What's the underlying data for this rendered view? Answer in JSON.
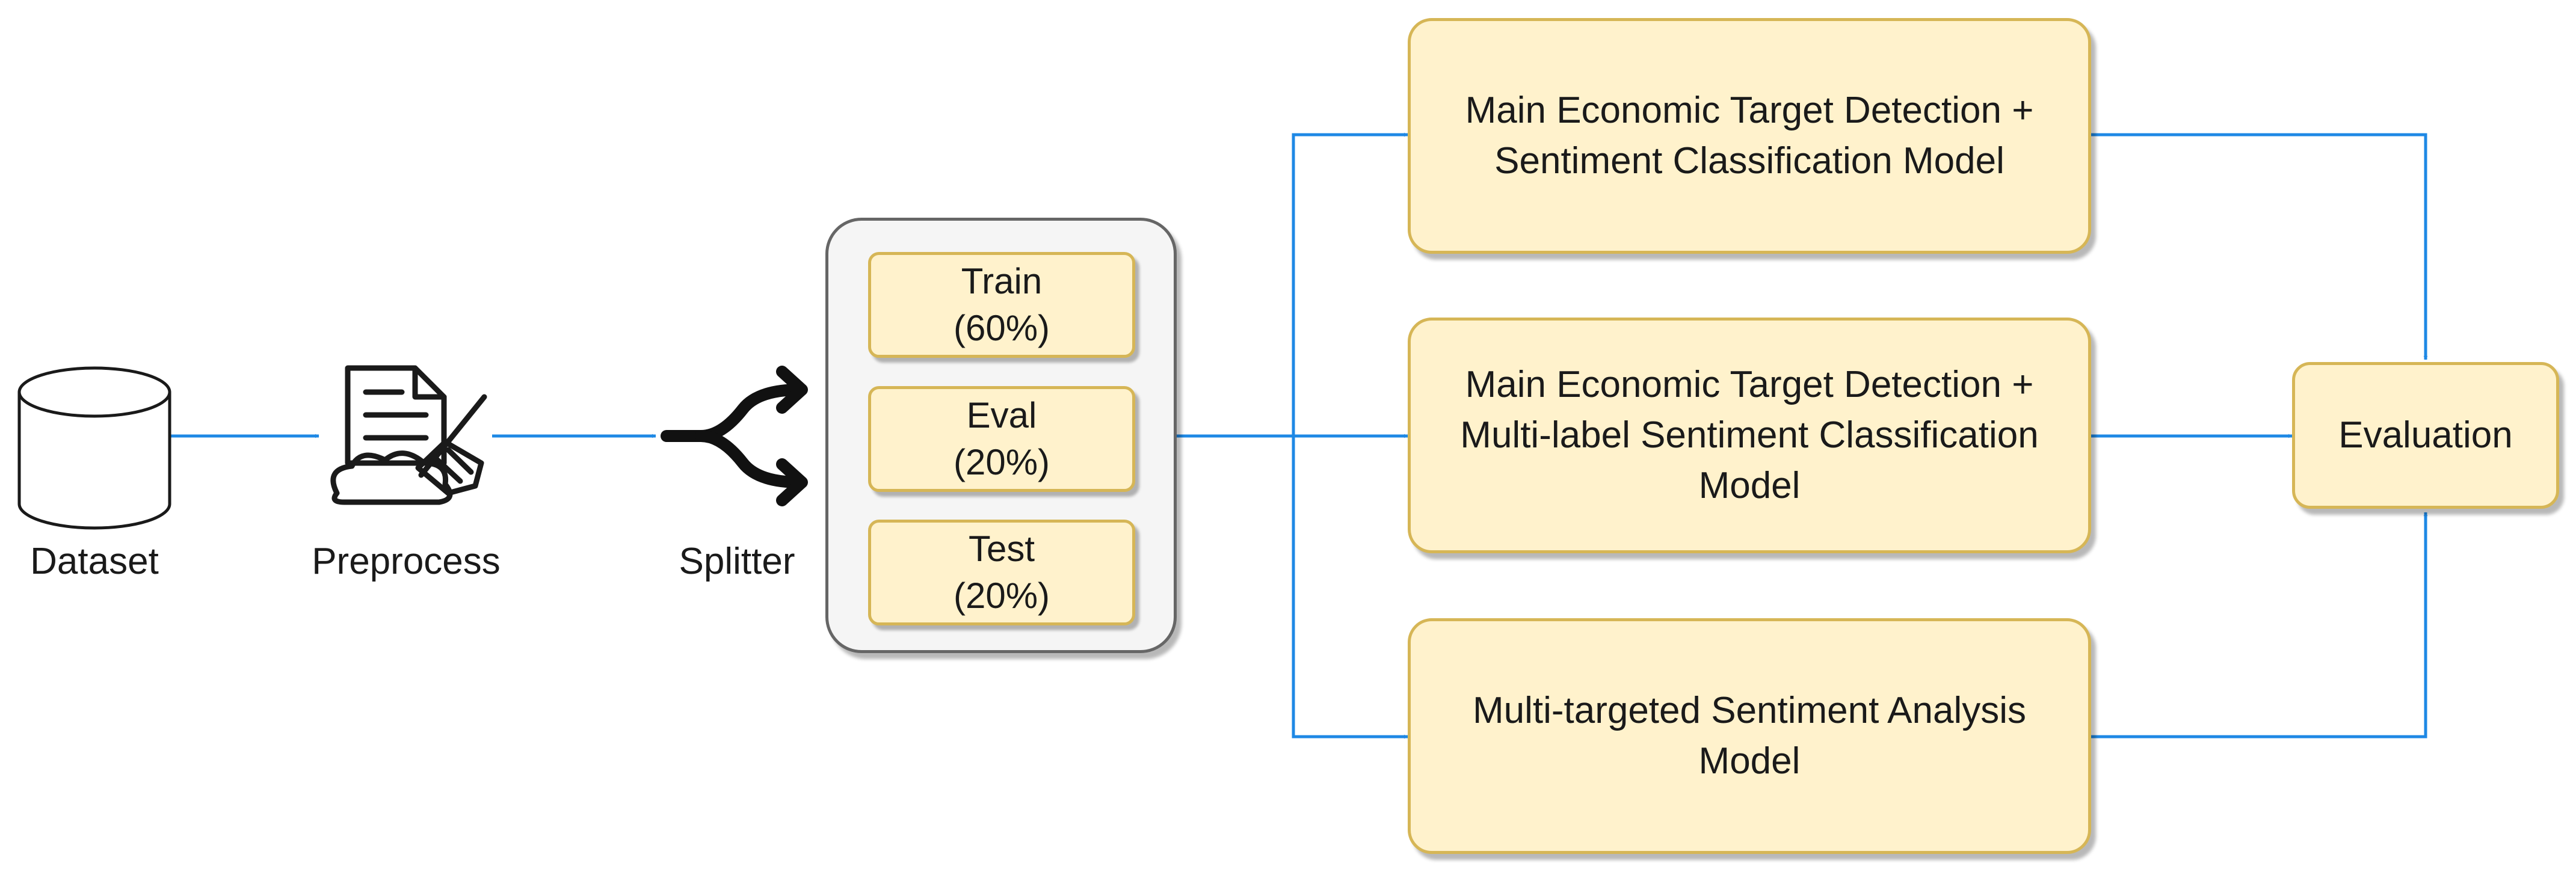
{
  "diagram": {
    "nodes": {
      "dataset": {
        "label": "Dataset",
        "icon": "database-icon"
      },
      "preprocess": {
        "label": "Preprocess",
        "icon": "document-cleaning-icon"
      },
      "splitter": {
        "label": "Splitter",
        "icon": "split-arrows-icon"
      },
      "split": {
        "train": {
          "line1": "Train",
          "line2": "(60%)"
        },
        "eval": {
          "line1": "Eval",
          "line2": "(20%)"
        },
        "test": {
          "line1": "Test",
          "line2": "(20%)"
        }
      },
      "model1": {
        "line1": "Main Economic Target Detection +",
        "line2": "Sentiment Classification Model"
      },
      "model2": {
        "line1": "Main Economic Target Detection +",
        "line2": "Multi-label Sentiment Classification",
        "line3": "Model"
      },
      "model3": {
        "line1": "Multi-targeted Sentiment Analysis",
        "line2": "Model"
      },
      "evaluation": {
        "label": "Evaluation"
      }
    },
    "edges": [
      [
        "dataset",
        "preprocess"
      ],
      [
        "preprocess",
        "splitter"
      ],
      [
        "split",
        "model1"
      ],
      [
        "split",
        "model2"
      ],
      [
        "split",
        "model3"
      ],
      [
        "model1",
        "evaluation"
      ],
      [
        "model2",
        "evaluation"
      ],
      [
        "model3",
        "evaluation"
      ]
    ],
    "colors": {
      "arrow": "#1e88e5",
      "box_fill": "#fff2cc",
      "box_border": "#d6b656",
      "container_fill": "#f5f5f5",
      "container_border": "#666666"
    }
  }
}
